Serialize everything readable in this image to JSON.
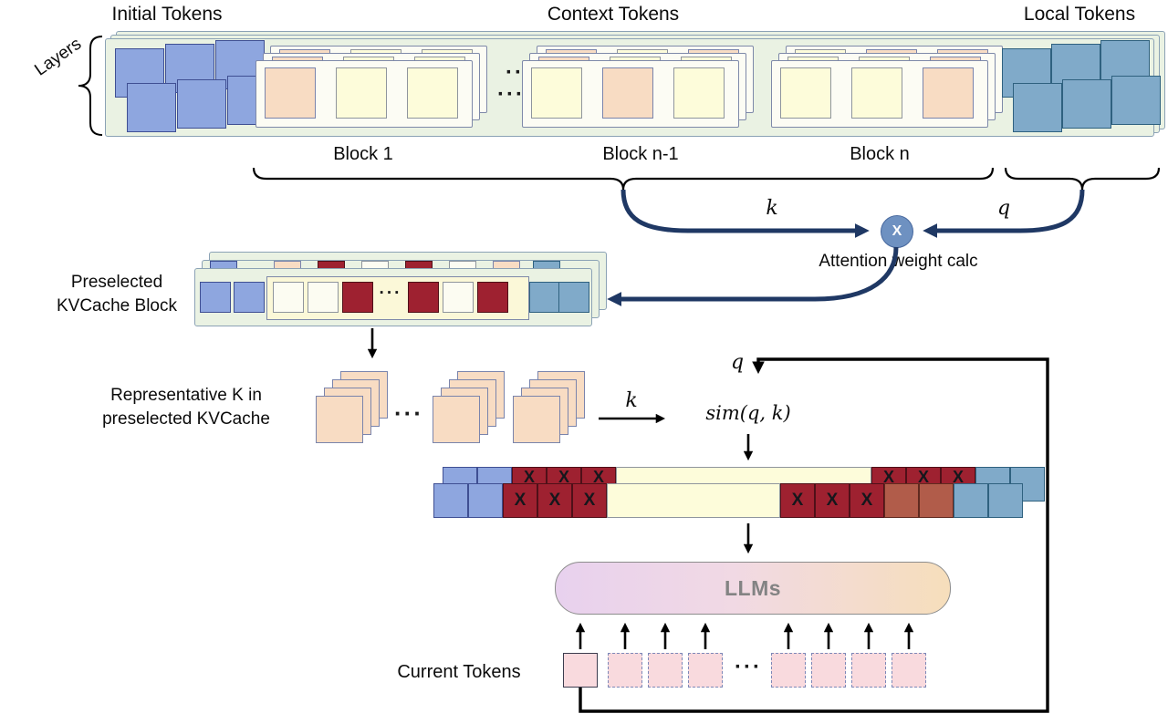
{
  "top": {
    "initial_tokens": "Initial Tokens",
    "context_tokens": "Context Tokens",
    "local_tokens": "Local Tokens",
    "layers": "Layers",
    "blocks": [
      {
        "label": "Block 1"
      },
      {
        "label": "Block n-1"
      },
      {
        "label": "Block n"
      }
    ],
    "dots_a": "··",
    "dots_b": "···"
  },
  "attn": {
    "k": "k",
    "q": "q",
    "x": "X",
    "caption": "Attention weight calc"
  },
  "preselected": {
    "line1": "Preselected",
    "line2": "KVCache Block",
    "ellipsis": "···"
  },
  "rep": {
    "line1": "Representative K in",
    "line2": "preselected KVCache",
    "ellipsis": "···",
    "k": "k",
    "q": "q",
    "sim": "sim(q, k)"
  },
  "mask": {
    "x": "X"
  },
  "llm": {
    "label": "LLMs"
  },
  "current": {
    "label": "Current Tokens",
    "ellipsis": "···"
  },
  "colors": {
    "container_green": "#eaf2e3",
    "initial_blue": "#8ea6df",
    "local_teal": "#80aac9",
    "context_peach": "#f8dcc3",
    "context_yellow": "#fdfcda",
    "masked_red": "#9e2130",
    "masked_brown": "#b15c4a",
    "current_pink": "#f9dade",
    "arrow_navy": "#1f3864",
    "x_circle_blue": "#6e91c1",
    "llm_gradient_left": "#e8d1ee",
    "llm_gradient_right": "#f6debb"
  }
}
